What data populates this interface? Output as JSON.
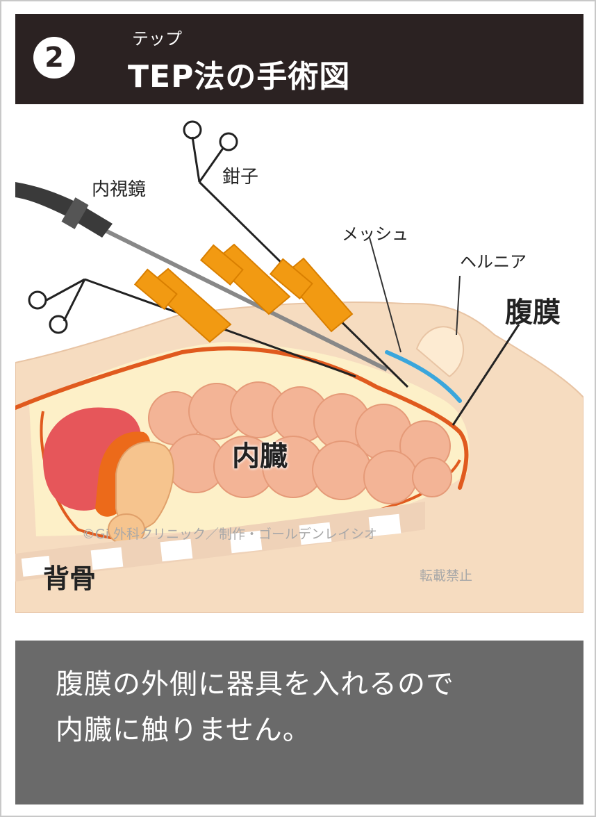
{
  "header": {
    "step_number": "2",
    "ruby": "テップ",
    "title": "TEP法の手術図"
  },
  "labels": {
    "endoscope": "内視鏡",
    "forceps": "鉗子",
    "mesh": "メッシュ",
    "hernia": "ヘルニア",
    "peritoneum": "腹膜",
    "viscera": "内臓",
    "spine": "背骨",
    "copyright": "©Gi 外科クリニック／制作・ゴールデンレイシオ",
    "no_reprint": "転載禁止"
  },
  "caption": {
    "line1": "腹膜の外側に器具を入れるので",
    "line2": "内臓に触りません。"
  },
  "colors": {
    "header_bg": "#2b2222",
    "caption_bg": "#6a6a6a",
    "skin": "#f6dcc0",
    "fat": "#fdf0c8",
    "peritoneum_line": "#e05a1e",
    "intestine": "#f3b496",
    "port_orange": "#f29a12",
    "mesh_blue": "#3aa6dc",
    "organ_red": "#e6565a"
  }
}
